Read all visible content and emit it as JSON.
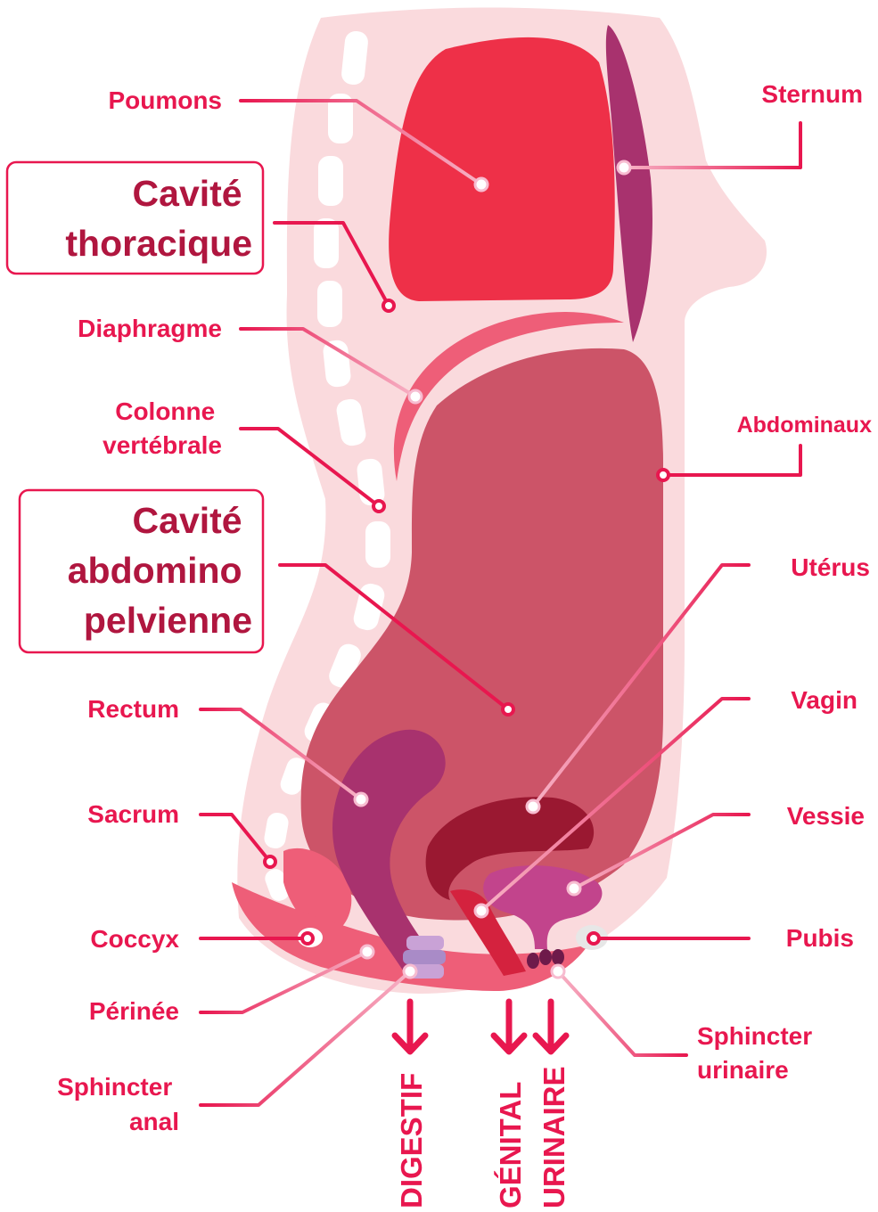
{
  "colors": {
    "accent": "#e8174f",
    "label_dark": "#b0163f",
    "body": "#fadadd",
    "lungs": "#ee3048",
    "sternum": "#a8326e",
    "abdominal_cavity": "#cc5468",
    "diaphragm": "#ee5e78",
    "rectum": "#a8326e",
    "uterus": "#9a1831",
    "vagina": "#d4223e",
    "bladder": "#c2448c",
    "perineum": "#ee5e78"
  },
  "labels": {
    "poumons": "Poumons",
    "sternum": "Sternum",
    "cavite_thoracique": [
      "Cavité",
      "thoracique"
    ],
    "diaphragme": "Diaphragme",
    "colonne": [
      "Colonne",
      "vertébrale"
    ],
    "abdominaux": "Abdominaux",
    "cavite_abdo": [
      "Cavité",
      "abdomino",
      "pelvienne"
    ],
    "uterus": "Utérus",
    "rectum": "Rectum",
    "vagin": "Vagin",
    "sacrum": "Sacrum",
    "vessie": "Vessie",
    "coccyx": "Coccyx",
    "pubis": "Pubis",
    "perinee": "Périnée",
    "sphincter_urinaire": [
      "Sphincter",
      "urinaire"
    ],
    "sphincter_anal": [
      "Sphincter",
      "anal"
    ]
  },
  "outlets": {
    "digestif": "DIGESTIF",
    "genital": "GÉNITAL",
    "urinaire": "URINAIRE"
  }
}
